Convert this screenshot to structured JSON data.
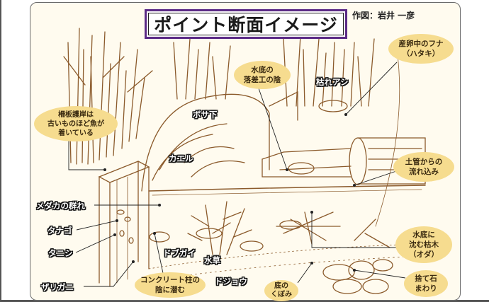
{
  "title": "ポイント断面イメージ",
  "credit": "作図：岩井 一彦",
  "colors": {
    "background": "#fffbef",
    "title_border": "#5b2a86",
    "bubble_fill": "#f6dc8f",
    "sketch": "#8b5a2b"
  },
  "bubbles": {
    "spawning_funa": "産卵中のフナ\n（ハタキ）",
    "underwater_drop": "水底の\n落差工の陰",
    "sheet_pile": "柵板護岸は\n古いものほど魚が\n着いている",
    "culvert_inflow": "土管からの\n流れ込み",
    "concrete_pillar": "コンクリート柱の\n陰に潜む",
    "bottom_hollow": "底の\nくぼみ",
    "sunken_wood": "水底に\n沈む枯木\n（オダ）",
    "rock_pile": "捨て石\nまわり"
  },
  "labels": {
    "dead_reeds": "枯れアシ",
    "bosa_shita": "ボサ下",
    "frog": "カエル",
    "medaka": "メダカの群れ",
    "tanago": "タナゴ",
    "tanishi": "タニシ",
    "crayfish": "ザリガニ",
    "mussel": "ドブガイ",
    "waterweed": "水草",
    "loach": "ドジョウ"
  }
}
